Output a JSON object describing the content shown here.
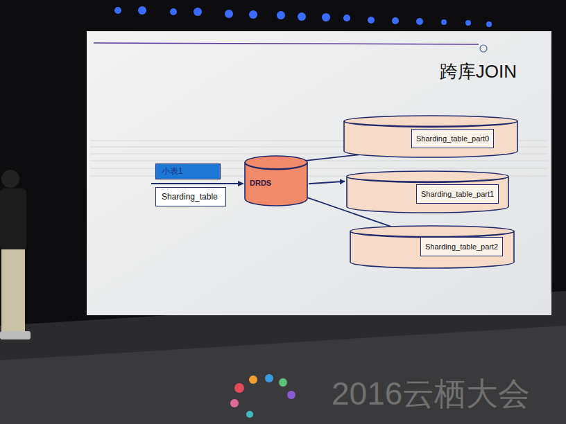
{
  "diagram": {
    "title": "跨库JOIN",
    "nodes": [
      {
        "text": [
          "小表1"
        ]
      },
      {
        "text": [
          "Sharding_table"
        ]
      },
      {
        "text": [
          "DRDS"
        ]
      },
      {
        "text": [
          "Sharding_table_part0"
        ]
      },
      {
        "text": [
          "Sharding_table_part1"
        ]
      },
      {
        "text": [
          "Sharding_table_part2"
        ]
      }
    ],
    "edges": [
      {
        "from": 2,
        "to": 3,
        "arrow": "to"
      },
      {
        "from": 2,
        "to": 4,
        "arrow": "to"
      },
      {
        "from": 2,
        "to": 5,
        "arrow": "to"
      }
    ],
    "labels": [
      "2016云栖大会"
    ]
  }
}
